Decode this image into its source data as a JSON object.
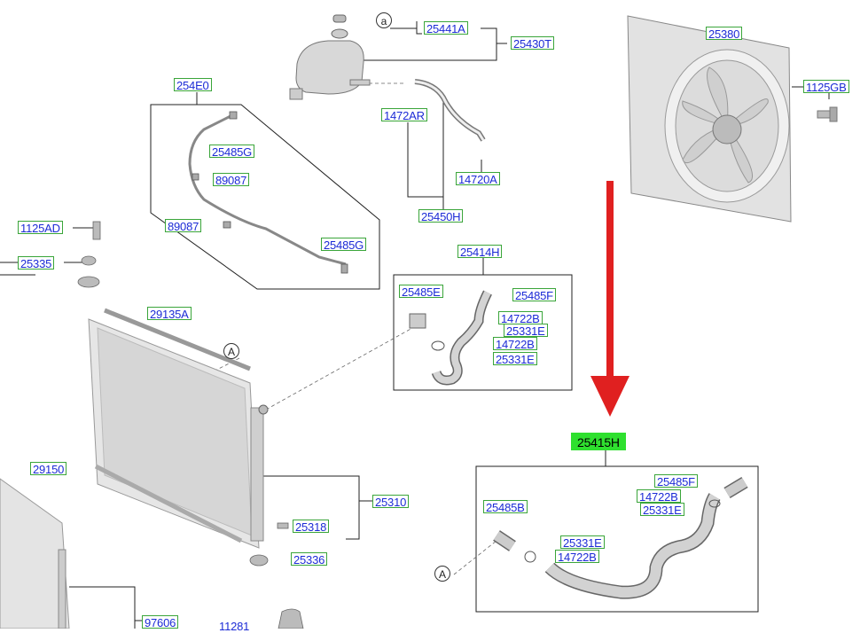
{
  "labels": {
    "l_25441A": "25441A",
    "l_25430T": "25430T",
    "l_254E0": "254E0",
    "l_25485G_top": "25485G",
    "l_89087_a": "89087",
    "l_89087_b": "89087",
    "l_25485G_b": "25485G",
    "l_1472AR": "1472AR",
    "l_14720A": "14720A",
    "l_25450H": "25450H",
    "l_25380": "25380",
    "l_1125GB": "1125GB",
    "l_1125AD": "1125AD",
    "l_25335": "25335",
    "l_25414H": "25414H",
    "l_25485E": "25485E",
    "l_25485F_top": "25485F",
    "l_14722B_a": "14722B",
    "l_25331E_a": "25331E",
    "l_14722B_b": "14722B",
    "l_25331E_b": "25331E",
    "l_29135A": "29135A",
    "l_29150": "29150",
    "l_25310": "25310",
    "l_25318": "25318",
    "l_25336": "25336",
    "l_97606": "97606",
    "l_11281": "11281",
    "l_25415H": "25415H",
    "l_25485F_b": "25485F",
    "l_14722B_c": "14722B",
    "l_25331E_c": "25331E",
    "l_25485B": "25485B",
    "l_25331E_d": "25331E",
    "l_14722B_d": "14722B"
  },
  "callouts": {
    "a_small": "a",
    "A_radiator": "A",
    "A_hose": "A"
  },
  "colors": {
    "label_text": "#1c2bd6",
    "label_border": "#3aa53a",
    "highlight": "#2fe02f",
    "arrow": "#e02020"
  }
}
